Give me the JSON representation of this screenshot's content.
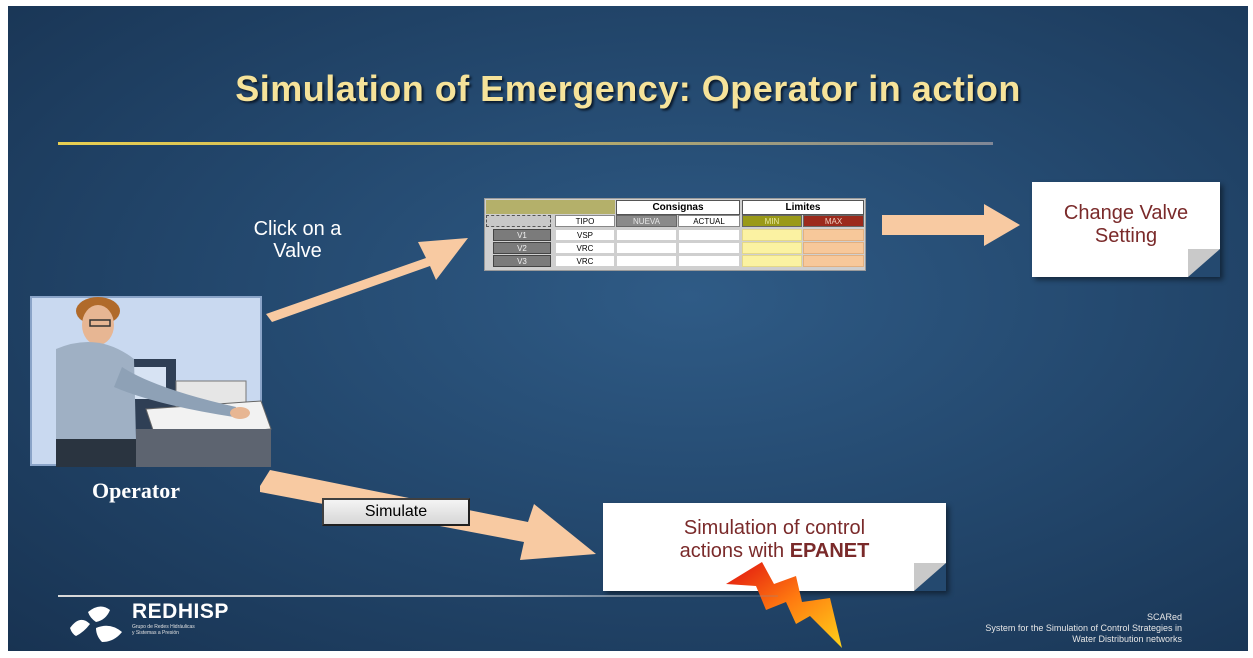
{
  "slide": {
    "title": "Simulation of Emergency: Operator in action",
    "click_label_line1": "Click on a",
    "click_label_line2": "Valve",
    "operator_label": "Operator",
    "simulate_button": "Simulate"
  },
  "valve_table": {
    "group_consignas": "Consignas",
    "group_limites": "Limites",
    "col_tipo": "TIPO",
    "col_nueva": "NUEVA",
    "col_actual": "ACTUAL",
    "col_min": "MIN",
    "col_max": "MAX",
    "rows": [
      {
        "name": "V1",
        "tipo": "VSP"
      },
      {
        "name": "V2",
        "tipo": "VRC"
      },
      {
        "name": "V3",
        "tipo": "VRC"
      }
    ]
  },
  "notes": {
    "change_valve_line1": "Change Valve",
    "change_valve_line2": "Setting",
    "simulation_line1": "Simulation of control",
    "simulation_line2_prefix": "actions with ",
    "simulation_line2_bold": "EPANET"
  },
  "footer": {
    "logo_name": "REDHISP",
    "logo_sub_line1": "Grupo de Redes Hidráulicas",
    "logo_sub_line2": "y Sistemas a Presión",
    "project_name": "SCARed",
    "project_line1": "System for the Simulation of Control Strategies in",
    "project_line2": "Water Distribution networks"
  },
  "colors": {
    "background": "#24496f",
    "title": "#f6e39a",
    "arrows": "#f8caa2",
    "note_text": "#7a2a2a"
  }
}
